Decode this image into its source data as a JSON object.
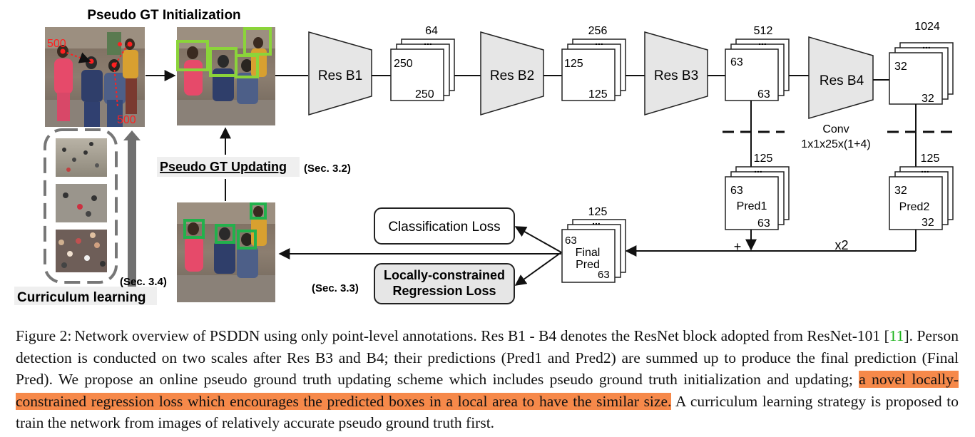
{
  "figure": {
    "init_title": "Pseudo GT Initialization",
    "num_500_top": "500",
    "num_500_bottom": "500",
    "updating_label": "Pseudo GT Updating",
    "sec32": "(Sec. 3.2)",
    "sec34": "(Sec. 3.4)",
    "sec33": "(Sec. 3.3)",
    "curriculum_label": "Curriculum learning",
    "blocks": [
      "Res B1",
      "Res B2",
      "Res B3",
      "Res B4"
    ],
    "stacks": [
      {
        "channels": "64",
        "h": "250",
        "w": "250"
      },
      {
        "channels": "256",
        "h": "125",
        "w": "125"
      },
      {
        "channels": "512",
        "h": "63",
        "w": "63"
      },
      {
        "channels": "1024",
        "h": "32",
        "w": "32"
      }
    ],
    "conv_line1": "Conv",
    "conv_line2": "1x1x25x(1+4)",
    "pred1": {
      "channels": "125",
      "h": "63",
      "label": "Pred1",
      "w": "63"
    },
    "pred2": {
      "channels": "125",
      "h": "32",
      "label": "Pred2",
      "w": "32"
    },
    "final": {
      "channels": "125",
      "h": "63",
      "label1": "Final",
      "label2": "Pred",
      "w": "63"
    },
    "plus": "+",
    "x2": "x2",
    "dots": "...",
    "class_loss": "Classification Loss",
    "reg_loss_1": "Locally-constrained",
    "reg_loss_2": "Regression Loss"
  },
  "colors": {
    "light_green_box": "#8bd43a",
    "green_box": "#22b14c",
    "point_red": "#ff2020",
    "block_fill": "#e6e6e6",
    "reg_loss_fill": "#e6e6e6",
    "highlight": "#f6894a",
    "ref_green": "#19b319"
  },
  "caption": {
    "label": "Figure 2:",
    "part1": "Network overview of PSDDN using only point-level annotations. Res B1 - B4 denotes the ResNet block adopted from ResNet-101 [",
    "ref": "11",
    "part2": "]. Person detection is conducted on two scales after Res B3 and B4; their predictions (Pred1 and Pred2) are summed up to produce the final prediction (Final Pred). We propose an online pseudo ground truth updating scheme which includes pseudo ground truth initialization and updating; ",
    "highlight": "a novel locally-constrained regression loss which encourages the predicted boxes in a local area to have the similar size.",
    "part3": " A curriculum learning strategy is proposed to train the network from images of relatively accurate pseudo ground truth first."
  }
}
